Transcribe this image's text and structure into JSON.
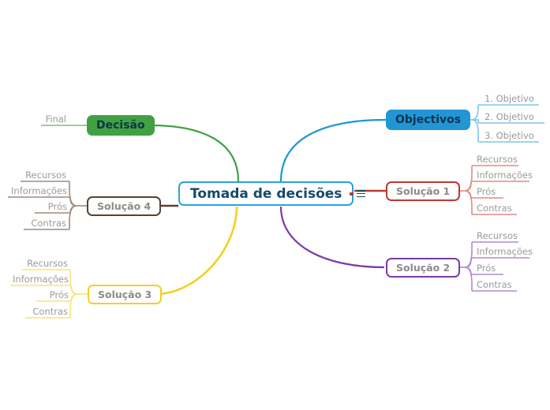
{
  "diagram": {
    "type": "mind-map",
    "root": {
      "label": "Tomada de decisões",
      "border_color": "#29a3dc",
      "text_color": "#17496b",
      "fill": "#ffffff"
    },
    "branches": [
      {
        "id": "objectivos",
        "label": "Objectivos",
        "side": "right",
        "style": "filled",
        "color": "#2196d3",
        "leaf_color": "#7ec5ec",
        "text_color": "#12324f",
        "children": [
          {
            "label": "1. Objetivo"
          },
          {
            "label": "2. Objetivo"
          },
          {
            "label": "3. Objetivo"
          }
        ]
      },
      {
        "id": "solucao-1",
        "label": "Solução 1",
        "side": "right",
        "style": "outlined",
        "color": "#c0392b",
        "leaf_color": "#e08b84",
        "text_color": "#8b8b8b",
        "children": [
          {
            "label": "Recursos"
          },
          {
            "label": "Informações"
          },
          {
            "label": "Prós"
          },
          {
            "label": "Contras"
          }
        ]
      },
      {
        "id": "solucao-2",
        "label": "Solução 2",
        "side": "right",
        "style": "outlined",
        "color": "#7b3aa8",
        "leaf_color": "#b28ad0",
        "text_color": "#8b8b8b",
        "children": [
          {
            "label": "Recursos"
          },
          {
            "label": "Informações"
          },
          {
            "label": "Prós"
          },
          {
            "label": "Contras"
          }
        ]
      },
      {
        "id": "decisao",
        "label": "Decisão",
        "side": "left",
        "style": "filled",
        "color": "#41a142",
        "leaf_color": "#7cbd7c",
        "text_color": "#12324f",
        "children": [
          {
            "label": "Final"
          }
        ]
      },
      {
        "id": "solucao-4",
        "label": "Solução 4",
        "side": "left",
        "style": "outlined",
        "color": "#5a4033",
        "leaf_color": "#a2887a",
        "text_color": "#8b8b8b",
        "children": [
          {
            "label": "Recursos"
          },
          {
            "label": "Informações"
          },
          {
            "label": "Prós"
          },
          {
            "label": "Contras"
          }
        ]
      },
      {
        "id": "solucao-3",
        "label": "Solução 3",
        "side": "left",
        "style": "outlined",
        "color": "#f5cf1e",
        "leaf_color": "#fbe68a",
        "text_color": "#8b8b8b",
        "children": [
          {
            "label": "Recursos"
          },
          {
            "label": "Informações"
          },
          {
            "label": "Prós"
          },
          {
            "label": "Contras"
          }
        ]
      }
    ],
    "icons": {
      "root_menu": "hamburger-menu-icon",
      "root_collapse": "collapse-marker-icon"
    }
  }
}
